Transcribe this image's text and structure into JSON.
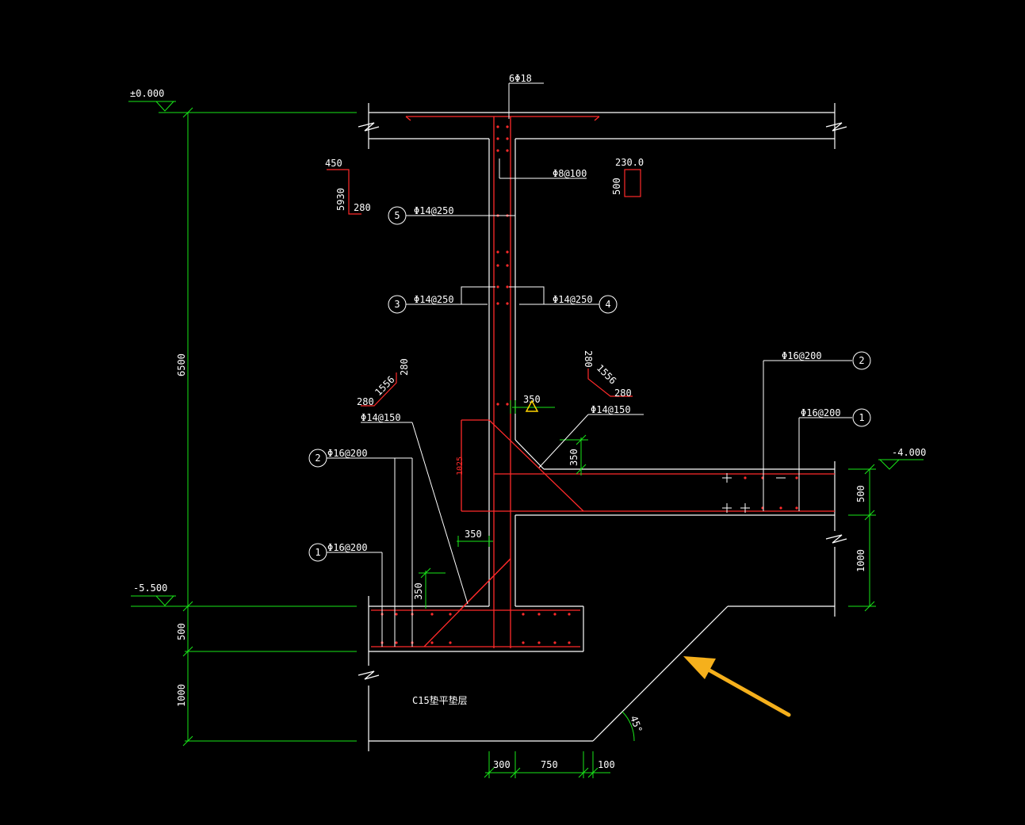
{
  "elevations": {
    "top": "±0.000",
    "mid": "-4.000",
    "bottom": "-5.500"
  },
  "dimensions": {
    "total_height": "6500",
    "base_slab": "500",
    "blinding_left": "1000",
    "slab_right": "500",
    "blinding_right": "1000",
    "bottom_300": "300",
    "bottom_750": "750",
    "bottom_100": "100",
    "wall_350_top": "350",
    "haunch_350_right": "350",
    "haunch_350_left": "350",
    "haunch_350_low": "350",
    "haunch_1025": "1025",
    "angle": "45°"
  },
  "rebar_labels": {
    "top_bars": "6Φ18",
    "stirrup": "Φ8@100",
    "bar5": "Φ14@250",
    "bar3": "Φ14@250",
    "bar4": "Φ14@250",
    "haunch_left": "Φ14@150",
    "haunch_right": "Φ14@150",
    "slab_top_right": "Φ16@200",
    "slab_bot_right": "Φ16@200",
    "base_top_left": "Φ16@200",
    "base_bot_left": "Φ16@200"
  },
  "bar_marks": {
    "m5": "5",
    "m3": "3",
    "m4": "4",
    "m2r": "2",
    "m1r": "1",
    "m2l": "2",
    "m1l": "1"
  },
  "bent_bar_shapes": {
    "hook_450": "450",
    "hook_5930": "5930",
    "hook_280": "280",
    "stirrup_w": "230.0",
    "stirrup_h": "500",
    "bend_l_280a": "280",
    "bend_l_1556": "1556",
    "bend_l_280b": "280",
    "bend_r_280a": "280",
    "bend_r_1556": "1556",
    "bend_r_280b": "280"
  },
  "notes": {
    "blinding": "C15垫平垫层"
  },
  "colors": {
    "background": "#000000",
    "concrete_outline": "#ffffff",
    "rebar": "#ff2a2a",
    "dimension": "#19e619",
    "arrow": "#f5b01c",
    "marker": "#ffd400"
  }
}
